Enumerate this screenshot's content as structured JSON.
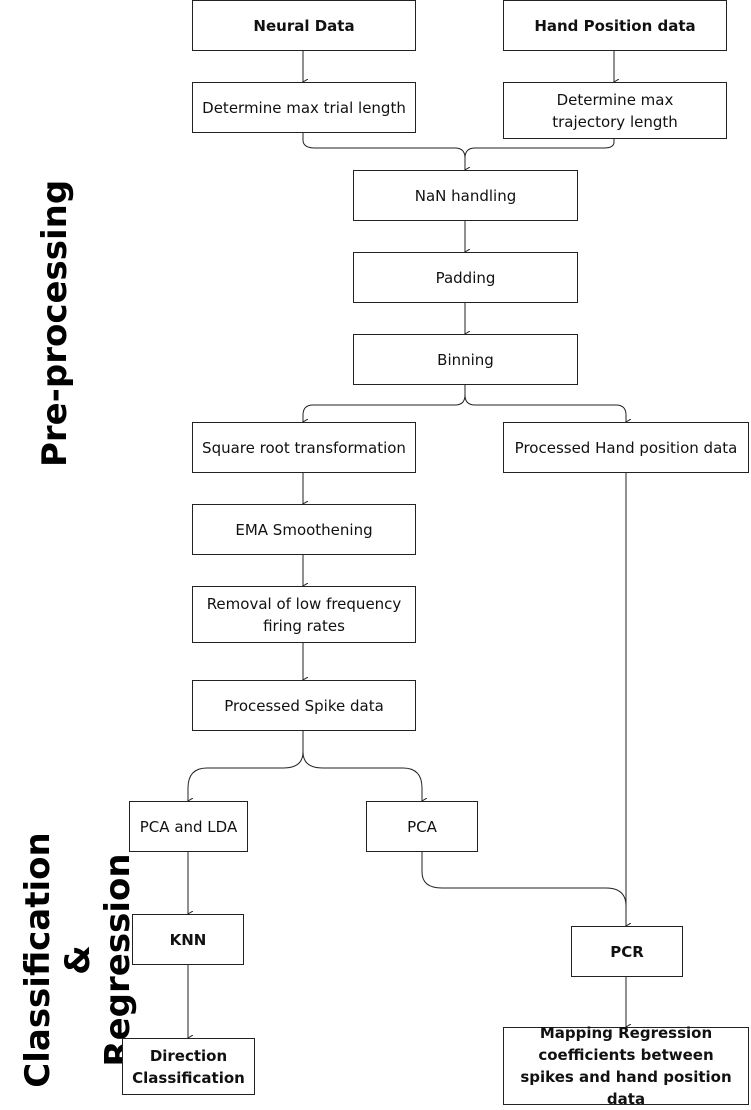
{
  "sections": {
    "preprocessing": "Pre-processing",
    "classification_line1": "Classification &",
    "classification_line2": "Regression"
  },
  "nodes": {
    "neural_data": "Neural Data",
    "hand_position_data": "Hand Position data",
    "max_trial_length": "Determine max trial length",
    "max_trajectory_length": "Determine max trajectory length",
    "nan_handling": "NaN handling",
    "padding": "Padding",
    "binning": "Binning",
    "square_root": "Square root transformation",
    "processed_hand": "Processed Hand position data",
    "ema": "EMA Smoothening",
    "removal_low_freq": "Removal of low frequency firing rates",
    "processed_spike": "Processed Spike data",
    "pca_lda": "PCA and LDA",
    "pca": "PCA",
    "knn": "KNN",
    "pcr": "PCR",
    "direction": "Direction Classification",
    "mapping": "Mapping Regression coefficients between spikes and hand position data"
  },
  "colors": {
    "stroke": "#222222",
    "text": "#111111"
  }
}
